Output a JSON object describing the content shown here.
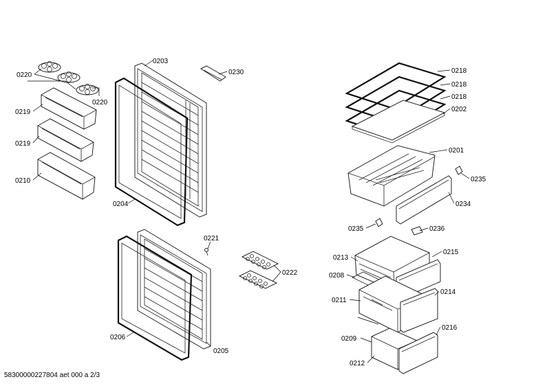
{
  "labels": {
    "l0220a": "0220",
    "l0220b": "0220",
    "l0219a": "0219",
    "l0219b": "0219",
    "l0210": "0210",
    "l0203": "0203",
    "l0204": "0204",
    "l0230": "0230",
    "l0221": "0221",
    "l0206": "0206",
    "l0205": "0205",
    "l0222": "0222",
    "l0218a": "0218",
    "l0218b": "0218",
    "l0218c": "0218",
    "l0202": "0202",
    "l0201": "0201",
    "l0235a": "0235",
    "l0234": "0234",
    "l0235b": "0235",
    "l0236": "0236",
    "l0213": "0213",
    "l0215": "0215",
    "l0208": "0208",
    "l0214": "0214",
    "l0211": "0211",
    "l0216": "0216",
    "l0209": "0209",
    "l0212": "0212"
  },
  "footer": "58300000227804 aet 000 a 2/3"
}
